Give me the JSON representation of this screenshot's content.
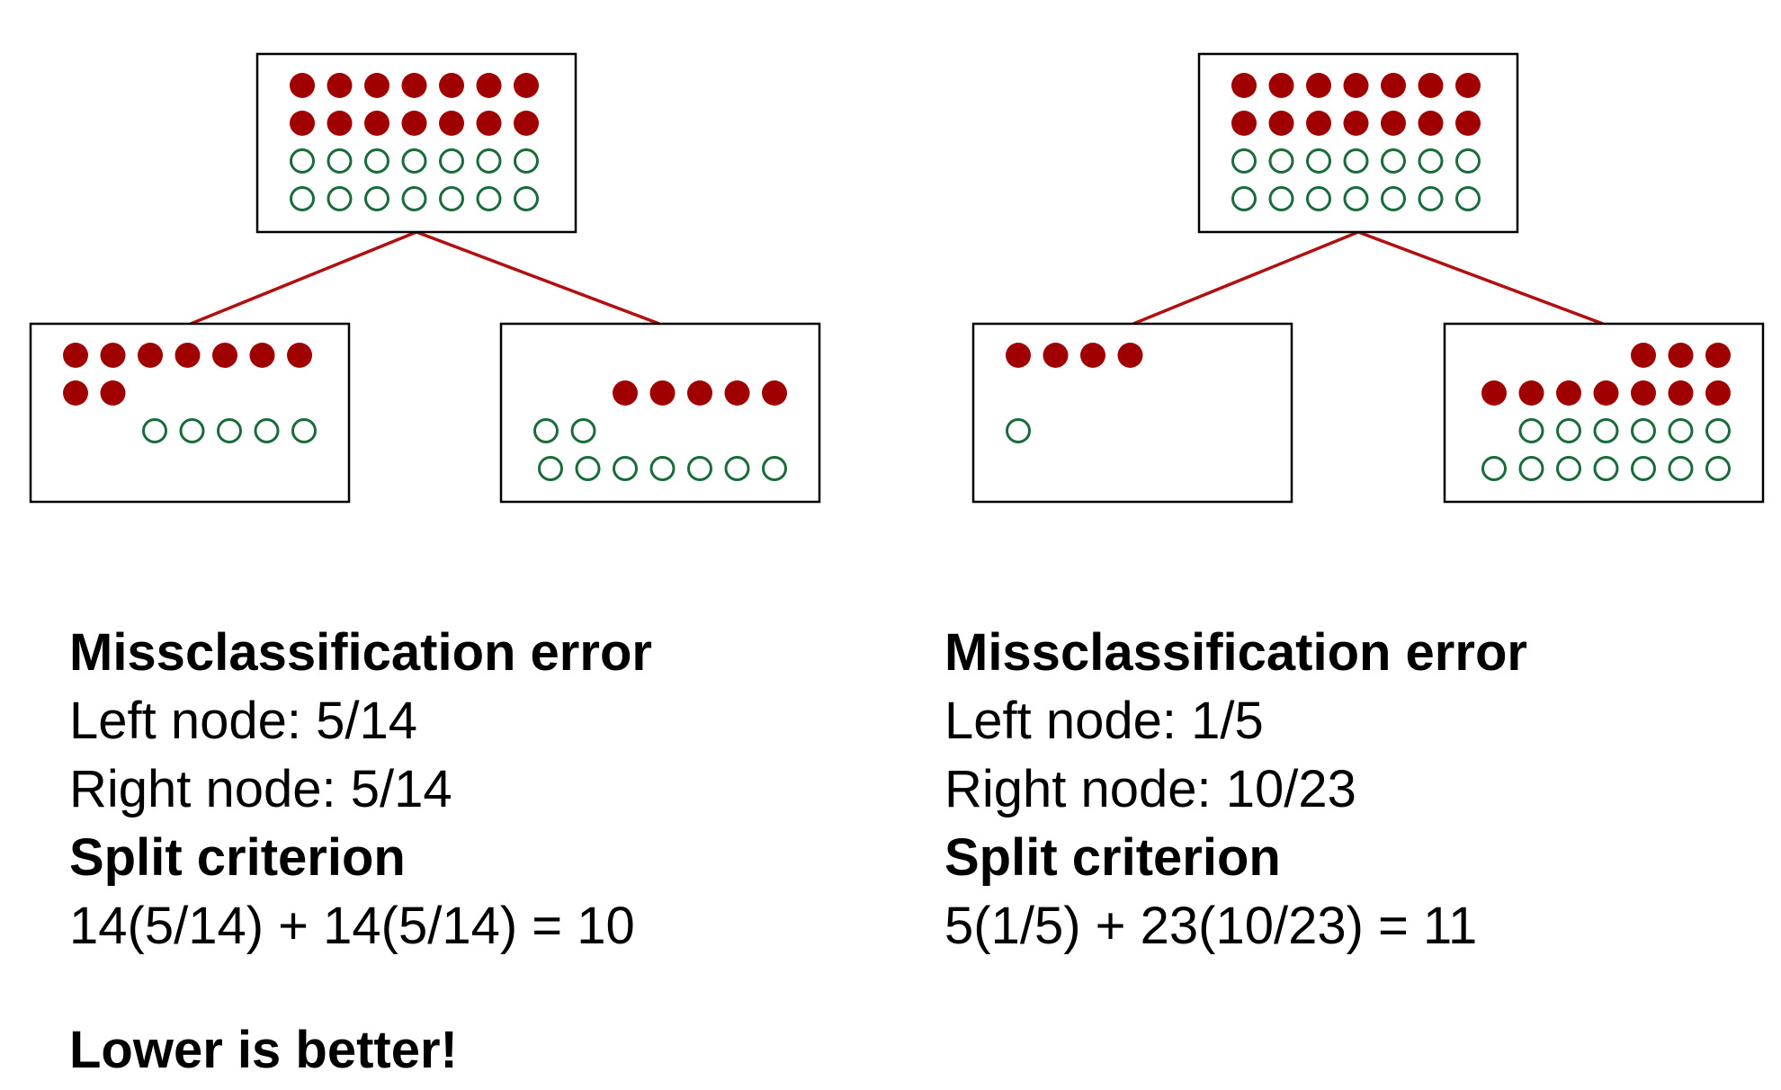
{
  "colors": {
    "dot_fill": "#a00000",
    "ring_stroke": "#1a6b3a",
    "edge": "#b01010",
    "box_border": "#000000"
  },
  "trees": [
    {
      "root": {
        "filled_rows": [
          7,
          7
        ],
        "hollow_rows": [
          7,
          7
        ]
      },
      "left": {
        "filled_rows": [
          7,
          2
        ],
        "hollow_rows": [
          5
        ]
      },
      "right": {
        "filled_rows": [
          5
        ],
        "hollow_rows": [
          2,
          7
        ]
      }
    },
    {
      "root": {
        "filled_rows": [
          7,
          7
        ],
        "hollow_rows": [
          7,
          7
        ]
      },
      "left": {
        "filled_rows": [
          4
        ],
        "hollow_rows": [
          1
        ]
      },
      "right": {
        "filled_rows": [
          3,
          7
        ],
        "hollow_rows": [
          6,
          7
        ]
      }
    }
  ],
  "left_panel": {
    "heading": "Missclassification error",
    "left_node": "Left node: 5/14",
    "right_node": "Right node: 5/14",
    "criterion_heading": "Split criterion",
    "criterion": "14(5/14) + 14(5/14) = 10"
  },
  "right_panel": {
    "heading": "Missclassification error",
    "left_node": "Left node: 1/5",
    "right_node": "Right node: 10/23",
    "criterion_heading": "Split criterion",
    "criterion": "5(1/5) + 23(10/23) = 11"
  },
  "footer": "Lower is better!"
}
